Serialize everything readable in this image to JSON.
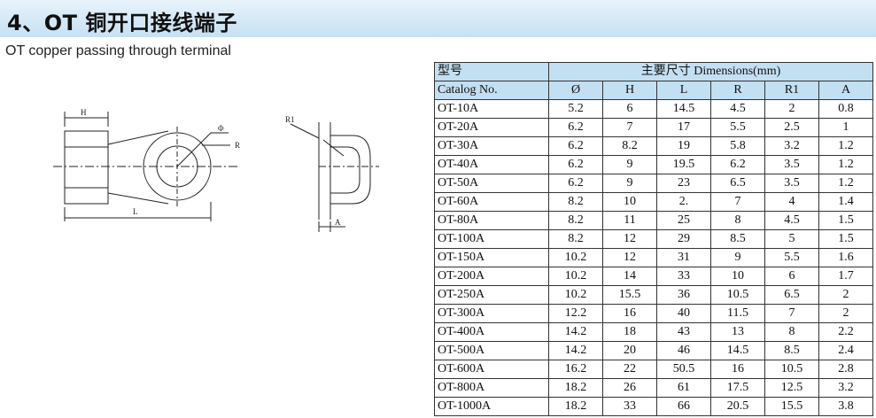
{
  "header": {
    "title": "4、OT 铜开口接线端子",
    "subtitle": "OT copper passing through terminal"
  },
  "diagram": {
    "labels": {
      "H": "H",
      "phi": "Φ",
      "R": "R",
      "L": "L",
      "R1": "R1",
      "A": "A"
    }
  },
  "table": {
    "model_label": "型号",
    "catalog_label": "Catalog No.",
    "group_label": "主要尺寸 Dimensions(mm)",
    "columns": [
      "Ø",
      "H",
      "L",
      "R",
      "R1",
      "A"
    ],
    "rows": [
      [
        "OT-10A",
        "5.2",
        "6",
        "14.5",
        "4.5",
        "2",
        "0.8"
      ],
      [
        "OT-20A",
        "6.2",
        "7",
        "17",
        "5.5",
        "2.5",
        "1"
      ],
      [
        "OT-30A",
        "6.2",
        "8.2",
        "19",
        "5.8",
        "3.2",
        "1.2"
      ],
      [
        "OT-40A",
        "6.2",
        "9",
        "19.5",
        "6.2",
        "3.5",
        "1.2"
      ],
      [
        "OT-50A",
        "6.2",
        "9",
        "23",
        "6.5",
        "3.5",
        "1.2"
      ],
      [
        "OT-60A",
        "8.2",
        "10",
        "2.",
        "7",
        "4",
        "1.4"
      ],
      [
        "OT-80A",
        "8.2",
        "11",
        "25",
        "8",
        "4.5",
        "1.5"
      ],
      [
        "OT-100A",
        "8.2",
        "12",
        "29",
        "8.5",
        "5",
        "1.5"
      ],
      [
        "OT-150A",
        "10.2",
        "12",
        "31",
        "9",
        "5.5",
        "1.6"
      ],
      [
        "OT-200A",
        "10.2",
        "14",
        "33",
        "10",
        "6",
        "1.7"
      ],
      [
        "OT-250A",
        "10.2",
        "15.5",
        "36",
        "10.5",
        "6.5",
        "2"
      ],
      [
        "OT-300A",
        "12.2",
        "16",
        "40",
        "11.5",
        "7",
        "2"
      ],
      [
        "OT-400A",
        "14.2",
        "18",
        "43",
        "13",
        "8",
        "2.2"
      ],
      [
        "OT-500A",
        "14.2",
        "20",
        "46",
        "14.5",
        "8.5",
        "2.4"
      ],
      [
        "OT-600A",
        "16.2",
        "22",
        "50.5",
        "16",
        "10.5",
        "2.8"
      ],
      [
        "OT-800A",
        "18.2",
        "26",
        "61",
        "17.5",
        "12.5",
        "3.2"
      ],
      [
        "OT-1000A",
        "18.2",
        "33",
        "66",
        "20.5",
        "15.5",
        "3.8"
      ]
    ]
  }
}
